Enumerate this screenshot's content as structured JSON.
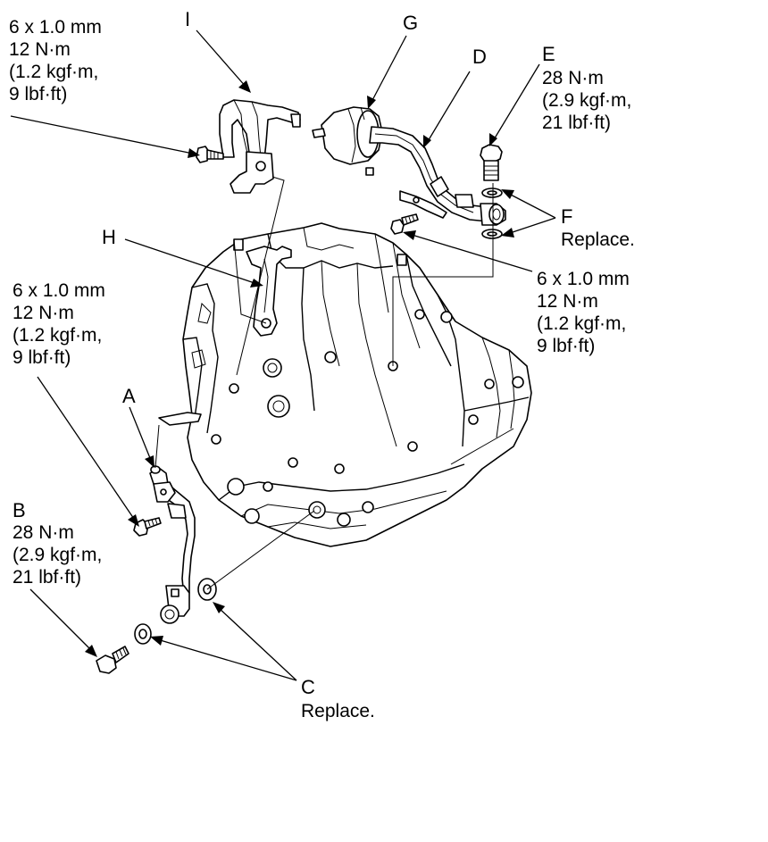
{
  "labels": {
    "I": "I",
    "G": "G",
    "D": "D",
    "E": "E",
    "F": "F",
    "H": "H",
    "A": "A",
    "B": "B",
    "C": "C"
  },
  "specs": {
    "top_left": [
      "6 x 1.0 mm",
      "12 N·m",
      "(1.2 kgf·m,",
      "9 lbf·ft)"
    ],
    "e_torque": [
      "28 N·m",
      "(2.9 kgf·m,",
      "21 lbf·ft)"
    ],
    "f_note": "Replace.",
    "right_mid": [
      "6 x 1.0 mm",
      "12 N·m",
      "(1.2 kgf·m,",
      "9 lbf·ft)"
    ],
    "left_mid": [
      "6 x 1.0 mm",
      "12 N·m",
      "(1.2 kgf·m,",
      "9 lbf·ft)"
    ],
    "b_torque": [
      "28 N·m",
      "(2.9 kgf·m,",
      "21 lbf·ft)"
    ],
    "c_note": "Replace."
  },
  "icons": [
    "transmission-case-drawing",
    "bracket-i-drawing",
    "component-g-drawing",
    "hose-d-drawing",
    "bolt-e-drawing",
    "washer-f-drawing",
    "bracket-h-drawing",
    "pipe-a-drawing",
    "bolt-b-drawing",
    "washer-c-drawing"
  ]
}
